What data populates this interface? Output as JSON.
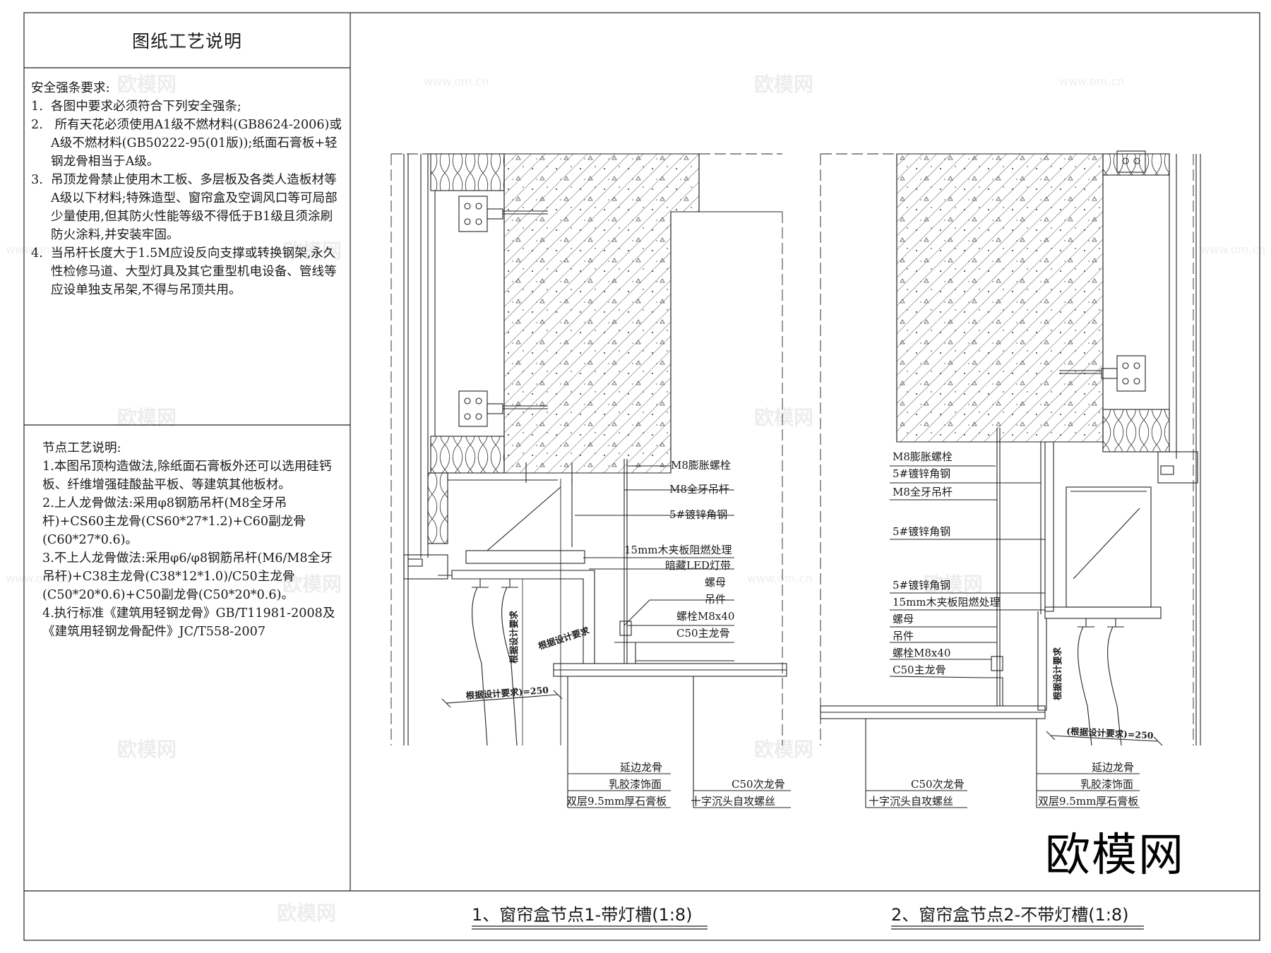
{
  "sheet": {
    "panel_title": "图纸工艺说明",
    "safety": {
      "heading": "安全强条要求:",
      "items": [
        {
          "num": "1.",
          "text": "各图中要求必须符合下列安全强条;"
        },
        {
          "num": "2.",
          "text": " 所有天花必须使用A1级不燃材料(GB8624-2006)或A级不燃材料(GB50222-95(01版));纸面石膏板+轻钢龙骨相当于A级。"
        },
        {
          "num": "3.",
          "text": "吊顶龙骨禁止使用木工板、多层板及各类人造板材等A级以下材料;特殊造型、窗帘盒及空调风口等可局部少量使用,但其防火性能等级不得低于B1级且须涂刷防火涂料,并安装牢固。"
        },
        {
          "num": "4.",
          "text": "当吊杆长度大于1.5M应设反向支撑或转换钢架,永久性检修马道、大型灯具及其它重型机电设备、管线等应设单独支吊架,不得与吊顶共用。"
        }
      ]
    },
    "node_notes": {
      "heading": "节点工艺说明:",
      "lines": [
        "1.本图吊顶构造做法,除纸面石膏板外还可以选用硅钙板、纤维增强硅酸盐平板、等建筑其他板材。",
        "2.上人龙骨做法:采用φ8钢筋吊杆(M8全牙吊杆)+CS60主龙骨(CS60*27*1.2)+C60副龙骨(C60*27*0.6)。",
        "3.不上人龙骨做法:采用φ6/φ8钢筋吊杆(M6/M8全牙吊杆)+C38主龙骨(C38*12*1.0)/C50主龙骨(C50*20*0.6)+C50副龙骨(C50*20*0.6)。",
        "4.执行标准《建筑用轻钢龙骨》GB/T11981-2008及《建筑用轻钢龙骨配件》JC/T558-2007"
      ]
    }
  },
  "detail1": {
    "caption": "1、窗帘盒节点1-带灯槽(1:8)",
    "labels": {
      "expansion_bolt": "M8膨胀螺栓",
      "threaded_rod": "M8全牙吊杆",
      "angle_steel": "5#镀锌角钢",
      "plywood": "15mm木夹板阻燃处理",
      "led": "暗藏LED灯带",
      "nut": "螺母",
      "hanger": "吊件",
      "bolt": "螺栓M8x40",
      "main_keel": "C50主龙骨",
      "design_req": "根据设计要求",
      "design_req_250": "根据设计要求)=250",
      "edge_keel": "延边龙骨",
      "latex_paint": "乳胶漆饰面",
      "gypsum": "双层9.5mm厚石膏板",
      "sub_keel": "C50次龙骨",
      "screw": "十字沉头自攻螺丝"
    }
  },
  "detail2": {
    "caption": "2、窗帘盒节点2-不带灯槽(1:8)",
    "labels": {
      "expansion_bolt": "M8膨胀螺栓",
      "angle_steel_a": "5#镀锌角钢",
      "threaded_rod": "M8全牙吊杆",
      "angle_steel_b": "5#镀锌角钢",
      "angle_steel_c": "5#镀锌角钢",
      "plywood": "15mm木夹板阻燃处理",
      "nut": "螺母",
      "hanger": "吊件",
      "bolt": "螺栓M8x40",
      "main_keel": "C50主龙骨",
      "design_req": "根据设计要求",
      "design_req_250": "(根据设计要求)=250",
      "edge_keel": "延边龙骨",
      "latex_paint": "乳胶漆饰面",
      "gypsum": "双层9.5mm厚石膏板",
      "sub_keel": "C50次龙骨",
      "screw": "十字沉头自攻螺丝"
    }
  },
  "watermark": {
    "logo": "欧模网",
    "url": "www.om.cn"
  }
}
